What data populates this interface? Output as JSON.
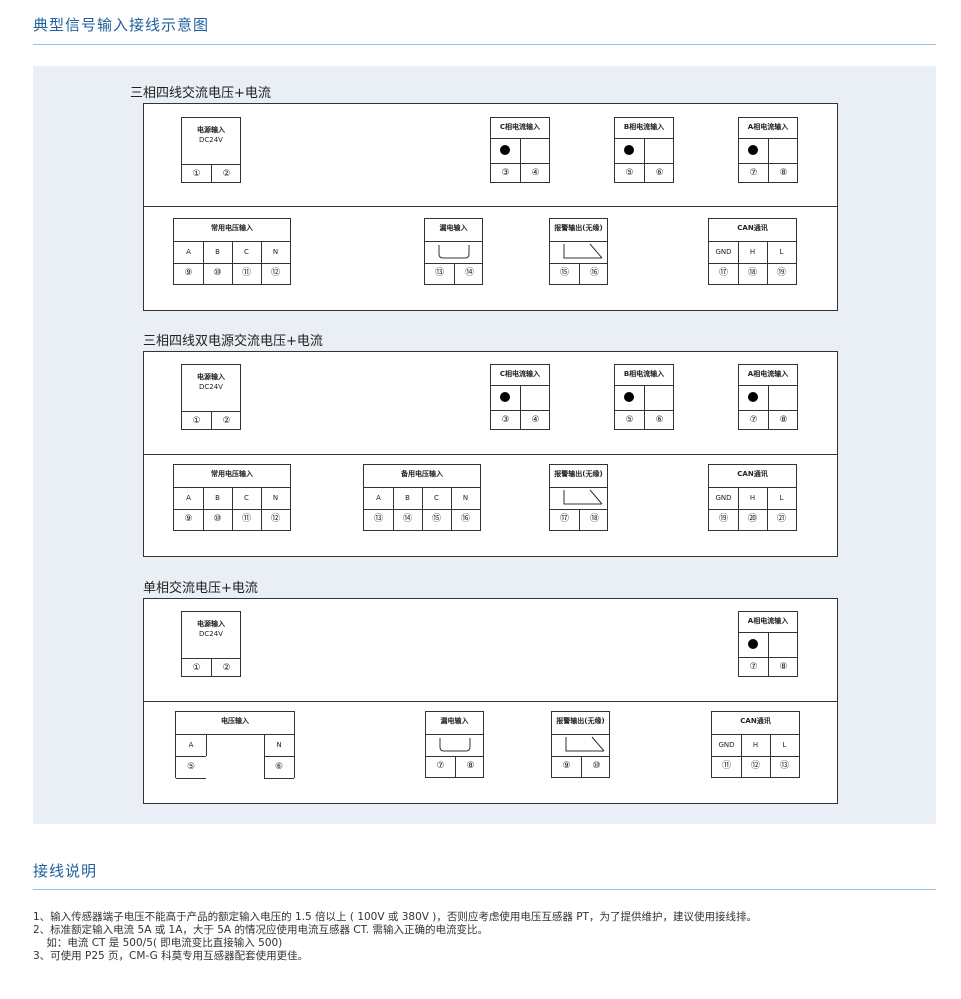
{
  "header": {
    "title": "典型信号输入接线示意图"
  },
  "groups": [
    {
      "title": "三相四线交流电压+电流",
      "power": {
        "title": "电源输入",
        "sub": "DC24V",
        "terms": [
          "①",
          "②"
        ]
      },
      "current": [
        {
          "title": "C相电流输入",
          "terms": [
            "③",
            "④"
          ]
        },
        {
          "title": "B相电流输入",
          "terms": [
            "⑤",
            "⑥"
          ]
        },
        {
          "title": "A相电流输入",
          "terms": [
            "⑦",
            "⑧"
          ]
        }
      ],
      "voltage": {
        "title": "常用电压输入",
        "labels": [
          "A",
          "B",
          "C",
          "N"
        ],
        "terms": [
          "⑨",
          "⑩",
          "⑪",
          "⑫"
        ]
      },
      "leakage": {
        "title": "漏电输入",
        "terms": [
          "⑬",
          "⑭"
        ]
      },
      "alarm": {
        "title": "报警输出(无缘)",
        "terms": [
          "⑮",
          "⑯"
        ]
      },
      "can": {
        "title": "CAN通讯",
        "labels": [
          "GND",
          "H",
          "L"
        ],
        "terms": [
          "⑰",
          "⑱",
          "⑲"
        ]
      }
    },
    {
      "title": "三相四线双电源交流电压+电流",
      "power": {
        "title": "电源输入",
        "sub": "DC24V",
        "terms": [
          "①",
          "②"
        ]
      },
      "current": [
        {
          "title": "C相电流输入",
          "terms": [
            "③",
            "④"
          ]
        },
        {
          "title": "B相电流输入",
          "terms": [
            "⑤",
            "⑥"
          ]
        },
        {
          "title": "A相电流输入",
          "terms": [
            "⑦",
            "⑧"
          ]
        }
      ],
      "voltage": {
        "title": "常用电压输入",
        "labels": [
          "A",
          "B",
          "C",
          "N"
        ],
        "terms": [
          "⑨",
          "⑩",
          "⑪",
          "⑫"
        ]
      },
      "backup": {
        "title": "备用电压输入",
        "labels": [
          "A",
          "B",
          "C",
          "N"
        ],
        "terms": [
          "⑬",
          "⑭",
          "⑮",
          "⑯"
        ]
      },
      "alarm": {
        "title": "报警输出(无缘)",
        "terms": [
          "⑰",
          "⑱"
        ]
      },
      "can": {
        "title": "CAN通讯",
        "labels": [
          "GND",
          "H",
          "L"
        ],
        "terms": [
          "⑲",
          "⑳",
          "㉑"
        ]
      }
    },
    {
      "title": "单相交流电压+电流",
      "power": {
        "title": "电源输入",
        "sub": "DC24V",
        "terms": [
          "①",
          "②"
        ]
      },
      "current": [
        {
          "title": "A相电流输入",
          "terms": [
            "⑦",
            "⑧"
          ]
        }
      ],
      "voltage": {
        "title": "电压输入",
        "labels": [
          "A",
          "N"
        ],
        "terms": [
          "⑤",
          "⑥"
        ]
      },
      "leakage": {
        "title": "漏电输入",
        "terms": [
          "⑦",
          "⑧"
        ]
      },
      "alarm": {
        "title": "报警输出(无缘)",
        "terms": [
          "⑨",
          "⑩"
        ]
      },
      "can": {
        "title": "CAN通讯",
        "labels": [
          "GND",
          "H",
          "L"
        ],
        "terms": [
          "⑪",
          "⑫",
          "⑬"
        ]
      }
    }
  ],
  "notes": {
    "title": "接线说明",
    "items": [
      "1、输入传感器端子电压不能高于产品的额定输入电压的 1.5 倍以上 ( 100V 或 380V )，否则应考虑使用电压互感器 PT，为了提供维护，建议使用接线排。",
      "2、标准额定输入电流 5A 或 1A，大于 5A 的情况应使用电流互感器 CT.  需输入正确的电流变比。",
      "    如：电流 CT 是 500/5( 即电流变比直接输入 500)",
      "3、可使用 P25 页，CM-G 科莫专用互感器配套使用更佳。"
    ]
  }
}
